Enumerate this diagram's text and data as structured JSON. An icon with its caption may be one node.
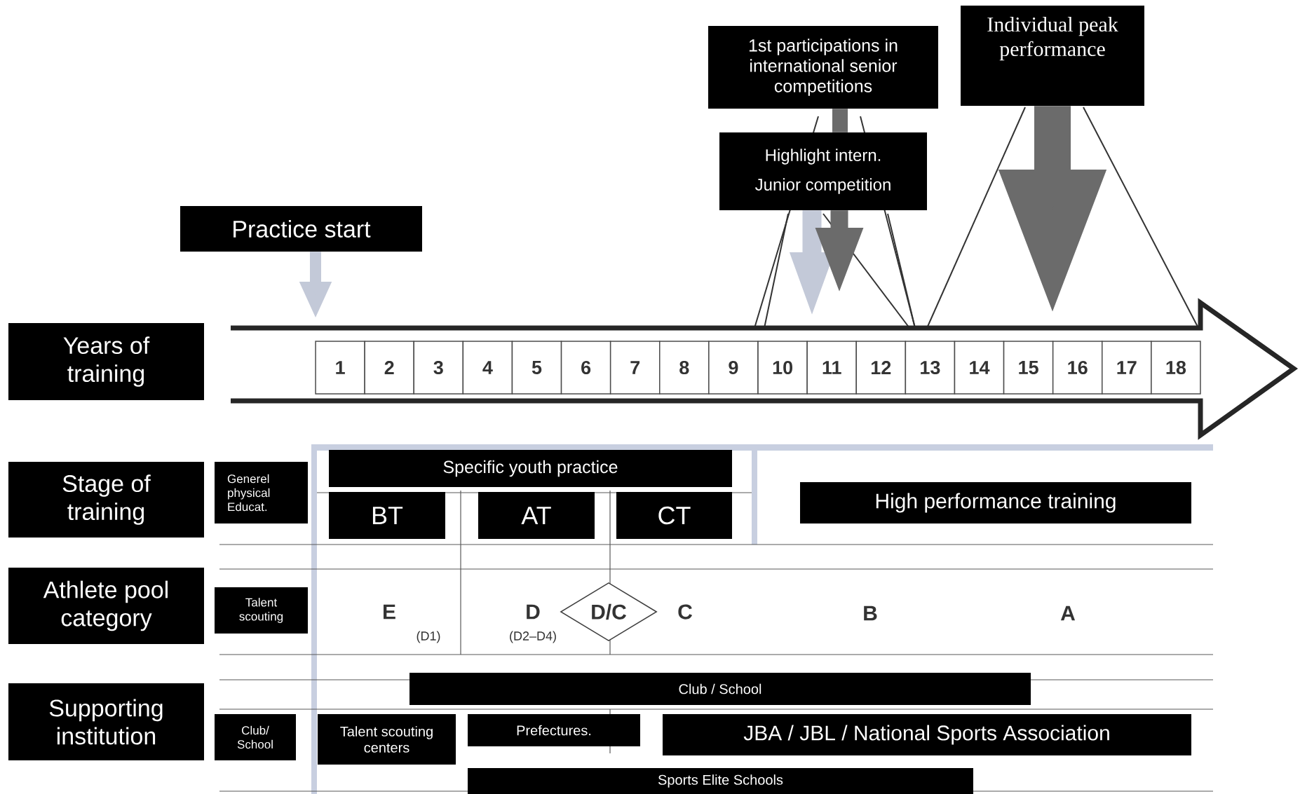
{
  "diagram": {
    "nodes": [
      {
        "text": [
          "Years of training"
        ]
      },
      {
        "text": [
          "Stage of training"
        ]
      },
      {
        "text": [
          "Athlete pool category"
        ]
      },
      {
        "text": [
          "Supporting institution"
        ]
      },
      {
        "text": [
          "Practice start"
        ]
      },
      {
        "text": [
          "1st participations in international senior competitions"
        ]
      },
      {
        "text": [
          "Individual peak performance"
        ]
      },
      {
        "text": [
          "Highlight intern.",
          "Junior competition"
        ]
      },
      {
        "text": [
          "1"
        ]
      },
      {
        "text": [
          "2"
        ]
      },
      {
        "text": [
          "3"
        ]
      },
      {
        "text": [
          "4"
        ]
      },
      {
        "text": [
          "5"
        ]
      },
      {
        "text": [
          "6"
        ]
      },
      {
        "text": [
          "7"
        ]
      },
      {
        "text": [
          "8"
        ]
      },
      {
        "text": [
          "9"
        ]
      },
      {
        "text": [
          "10"
        ]
      },
      {
        "text": [
          "11"
        ]
      },
      {
        "text": [
          "12"
        ]
      },
      {
        "text": [
          "13"
        ]
      },
      {
        "text": [
          "14"
        ]
      },
      {
        "text": [
          "15"
        ]
      },
      {
        "text": [
          "16"
        ]
      },
      {
        "text": [
          "17"
        ]
      },
      {
        "text": [
          "18"
        ]
      },
      {
        "text": [
          "Generel physical Educat."
        ]
      },
      {
        "text": [
          "Specific youth practice"
        ]
      },
      {
        "text": [
          "BT"
        ]
      },
      {
        "text": [
          "AT"
        ]
      },
      {
        "text": [
          "CT"
        ]
      },
      {
        "text": [
          "High performance training"
        ]
      },
      {
        "text": [
          "Talent scouting"
        ]
      },
      {
        "text": [
          "D/C"
        ]
      },
      {
        "text": [
          "Club/ School"
        ]
      },
      {
        "text": [
          "Club / School"
        ]
      },
      {
        "text": [
          "Talent scouting centers"
        ]
      },
      {
        "text": [
          "Prefectures."
        ]
      },
      {
        "text": [
          "JBA / JBL / National Sports Association"
        ]
      },
      {
        "text": [
          "Sports Elite Schools"
        ]
      }
    ],
    "edges": [
      {
        "from": 4,
        "to": null,
        "arrow": "to",
        "color": "#c3c9d8"
      },
      {
        "from": 5,
        "to": 7,
        "arrow": "none",
        "color": "#6b6b6b"
      },
      {
        "from": 7,
        "to": null,
        "arrow": "to",
        "color": "#c3c9d8"
      },
      {
        "from": 7,
        "to": null,
        "arrow": "to",
        "color": "#6b6b6b"
      },
      {
        "from": 6,
        "to": null,
        "arrow": "to",
        "style": "thick",
        "color": "#6b6b6b"
      }
    ],
    "labels": [
      "E",
      "(D1)",
      "D",
      "(D2–D4)",
      "C",
      "B",
      "A"
    ]
  }
}
